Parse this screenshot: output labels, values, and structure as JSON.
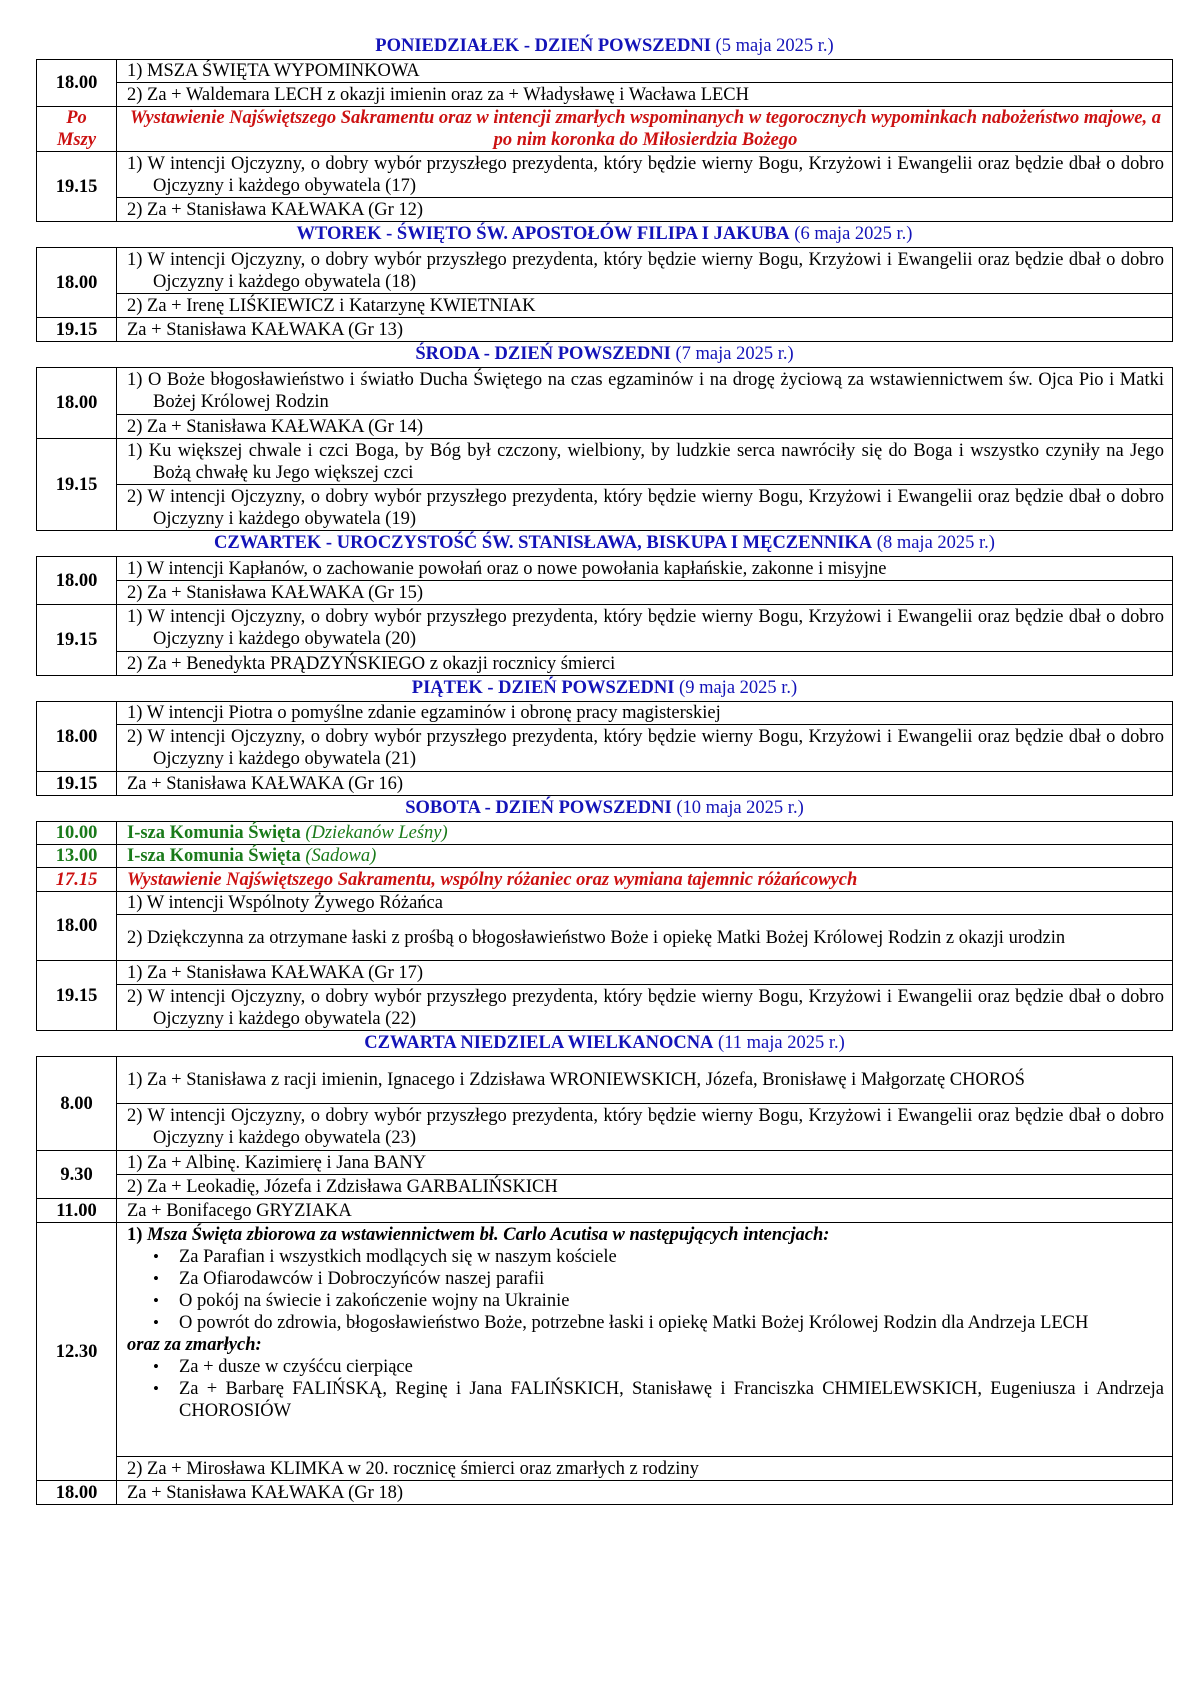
{
  "days": {
    "mon": {
      "name": "PONIEDZIAŁEK - DZIEŃ POWSZEDNI",
      "date": "(5 maja 2025 r.)"
    },
    "tue": {
      "name": "WTOREK - ŚWIĘTO ŚW. APOSTOŁÓW FILIPA I JAKUBA",
      "date": "(6 maja 2025 r.)"
    },
    "wed": {
      "name": "ŚRODA - DZIEŃ POWSZEDNI",
      "date": "(7 maja 2025 r.)"
    },
    "thu": {
      "name": "CZWARTEK - UROCZYSTOŚĆ ŚW. STANISŁAWA, BISKUPA I MĘCZENNIKA",
      "date": "(8 maja 2025 r.)"
    },
    "fri": {
      "name": "PIĄTEK - DZIEŃ POWSZEDNI",
      "date": "(9 maja 2025 r.)"
    },
    "sat": {
      "name": "SOBOTA - DZIEŃ POWSZEDNI",
      "date": "(10 maja 2025 r.)"
    },
    "sun": {
      "name": "CZWARTA NIEDZIELA  WIELKANOCNA",
      "date": "(11 maja 2025 r.)"
    }
  },
  "mon": {
    "t1": "18.00",
    "e1": "1) MSZA ŚWIĘTA WYPOMINKOWA",
    "e2": "2) Za + Waldemara LECH z okazji imienin oraz za + Władysławę i Wacława LECH",
    "t2a": "Po",
    "t2b": "Mszy",
    "e3": "Wystawienie Najświętszego Sakramentu oraz w intencji zmarłych wspominanych w tegorocznych wypominkach nabożeństwo majowe, a po nim koronka do Miłosierdzia Bożego",
    "t3": "19.15",
    "e4": "1) W intencji Ojczyzny, o dobry wybór przyszłego prezydenta, który będzie wierny Bogu, Krzyżowi i Ewangelii oraz będzie dbał o dobro Ojczyzny i każdego obywatela  (17)",
    "e5": "2) Za + Stanisława KAŁWAKA (Gr 12)"
  },
  "tue": {
    "t1": "18.00",
    "e1": "1) W intencji Ojczyzny, o dobry wybór przyszłego prezydenta, który będzie wierny Bogu, Krzyżowi i Ewangelii oraz będzie dbał o dobro Ojczyzny i każdego obywatela  (18)",
    "e2": "2) Za + Irenę LIŚKIEWICZ i Katarzynę KWIETNIAK",
    "t2": "19.15",
    "e3": "Za + Stanisława KAŁWAKA (Gr 13)"
  },
  "wed": {
    "t1": "18.00",
    "e1": "1) O Boże błogosławieństwo i światło Ducha Świętego na czas egzaminów i na drogę życiową za wstawiennictwem św. Ojca Pio i Matki Bożej Królowej Rodzin",
    "e2": "2) Za + Stanisława KAŁWAKA (Gr 14)",
    "t2": "19.15",
    "e3": "1) Ku większej chwale i czci Boga, by Bóg był czczony, wielbiony, by ludzkie serca nawróciły się do Boga i wszystko czyniły na Jego Bożą chwałę ku Jego większej czci",
    "e4": "2) W intencji Ojczyzny, o dobry wybór przyszłego prezydenta, który będzie wierny Bogu, Krzyżowi i Ewangelii oraz będzie dbał o dobro Ojczyzny i każdego obywatela  (19)"
  },
  "thu": {
    "t1": "18.00",
    "e1": "1) W intencji Kapłanów, o zachowanie powołań oraz o nowe powołania kapłańskie, zakonne i misyjne",
    "e2": "2) Za + Stanisława KAŁWAKA (Gr 15)",
    "t2": "19.15",
    "e3": "1) W intencji Ojczyzny, o dobry wybór przyszłego prezydenta, który będzie wierny Bogu, Krzyżowi i Ewangelii oraz będzie dbał o dobro Ojczyzny i każdego obywatela  (20)",
    "e4": "2) Za + Benedykta PRĄDZYŃSKIEGO z okazji rocznicy śmierci"
  },
  "fri": {
    "t1": "18.00",
    "e1": "1) W intencji Piotra o pomyślne zdanie egzaminów i obronę pracy magisterskiej",
    "e2": "2) W intencji Ojczyzny, o dobry wybór przyszłego prezydenta, który będzie wierny Bogu, Krzyżowi i Ewangelii oraz będzie dbał o dobro Ojczyzny i każdego obywatela  (21)",
    "t2": "19.15",
    "e3": "Za + Stanisława KAŁWAKA (Gr 16)"
  },
  "sat": {
    "t1": "10.00",
    "e1a": "I-sza Komunia Święta",
    "e1b": "(Dziekanów Leśny)",
    "t2": "13.00",
    "e2a": "I-sza Komunia Święta",
    "e2b": "(Sadowa)",
    "t3": "17.15",
    "e3": "Wystawienie Najświętszego Sakramentu, wspólny różaniec oraz wymiana tajemnic różańcowych",
    "t4": "18.00",
    "e4": "1) W intencji Wspólnoty Żywego Różańca",
    "e5": "2) Dziękczynna za otrzymane łaski z prośbą o błogosławieństwo Boże i opiekę Matki Bożej Królowej Rodzin z okazji urodzin",
    "t5": "19.15",
    "e6": "1) Za + Stanisława KAŁWAKA (Gr 17)",
    "e7": "2) W intencji Ojczyzny, o dobry wybór przyszłego prezydenta, który będzie wierny Bogu, Krzyżowi i Ewangelii oraz będzie dbał o dobro Ojczyzny i każdego obywatela  (22)"
  },
  "sun": {
    "t1": "8.00",
    "e1": "1) Za + Stanisława z racji imienin, Ignacego i Zdzisława WRONIEWSKICH, Józefa, Bronisławę i Małgorzatę CHOROŚ",
    "e2": "2) W intencji Ojczyzny, o dobry wybór przyszłego prezydenta, który będzie wierny Bogu, Krzyżowi i Ewangelii oraz będzie dbał o dobro Ojczyzny i każdego obywatela  (23)",
    "t2": "9.30",
    "e3": "1) Za + Albinę. Kazimierę i Jana BANY",
    "e4": "2) Za + Leokadię, Józefa i Zdzisława GARBALIŃSKICH",
    "t3": "11.00",
    "e5": "Za + Bonifacego GRYZIAKA",
    "t4": "12.30",
    "e6a": "1)",
    "e6b": "Msza Święta zbiorowa za wstawiennictwem bł. Carlo Acutisa w następujących intencjach:",
    "living": [
      "Za Parafian i wszystkich modlących się w naszym kościele",
      "Za Ofiarodawców i Dobroczyńców naszej parafii",
      "O pokój na świecie i zakończenie wojny na Ukrainie",
      "O powrót do zdrowia, błogosławieństwo Boże, potrzebne łaski i opiekę Matki Bożej Królowej Rodzin dla Andrzeja LECH"
    ],
    "dead_heading": "oraz za zmarłych:",
    "dead": [
      "Za + dusze w czyśćcu cierpiące",
      "Za + Barbarę FALIŃSKĄ, Reginę i Jana FALIŃSKICH, Stanisławę i Franciszka CHMIELEWSKICH, Eugeniusza i Andrzeja CHOROSIÓW"
    ],
    "e7": "2) Za + Mirosława KLIMKA w 20. rocznicę śmierci oraz zmarłych z rodziny",
    "t5": "18.00",
    "e8": "Za + Stanisława KAŁWAKA (Gr 18)"
  },
  "colors": {
    "header": "#1313b8",
    "green": "#1a7a1a",
    "red": "#cc1111"
  }
}
